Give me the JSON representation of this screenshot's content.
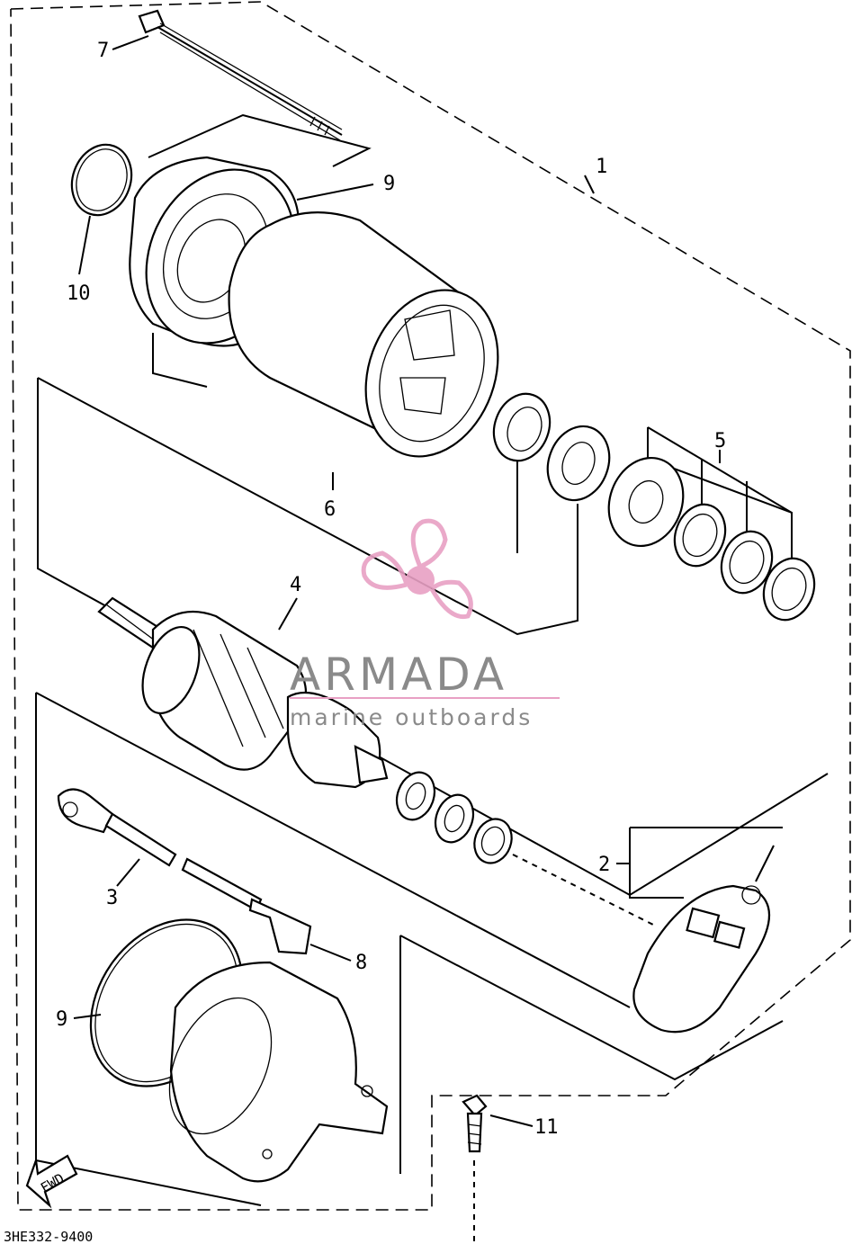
{
  "diagram": {
    "labels": {
      "p1": "1",
      "p2": "2",
      "p3": "3",
      "p4": "4",
      "p5": "5",
      "p6": "6",
      "p7": "7",
      "p8": "8",
      "p9a": "9",
      "p9b": "9",
      "p10": "10",
      "p11": "11"
    },
    "fwd": "FWD",
    "code": "3HE332-9400"
  },
  "watermark": {
    "brand": "ARMADA",
    "tagline": "marine outboards",
    "color": "#8a8a8a",
    "accent": "#e8a0c4"
  }
}
